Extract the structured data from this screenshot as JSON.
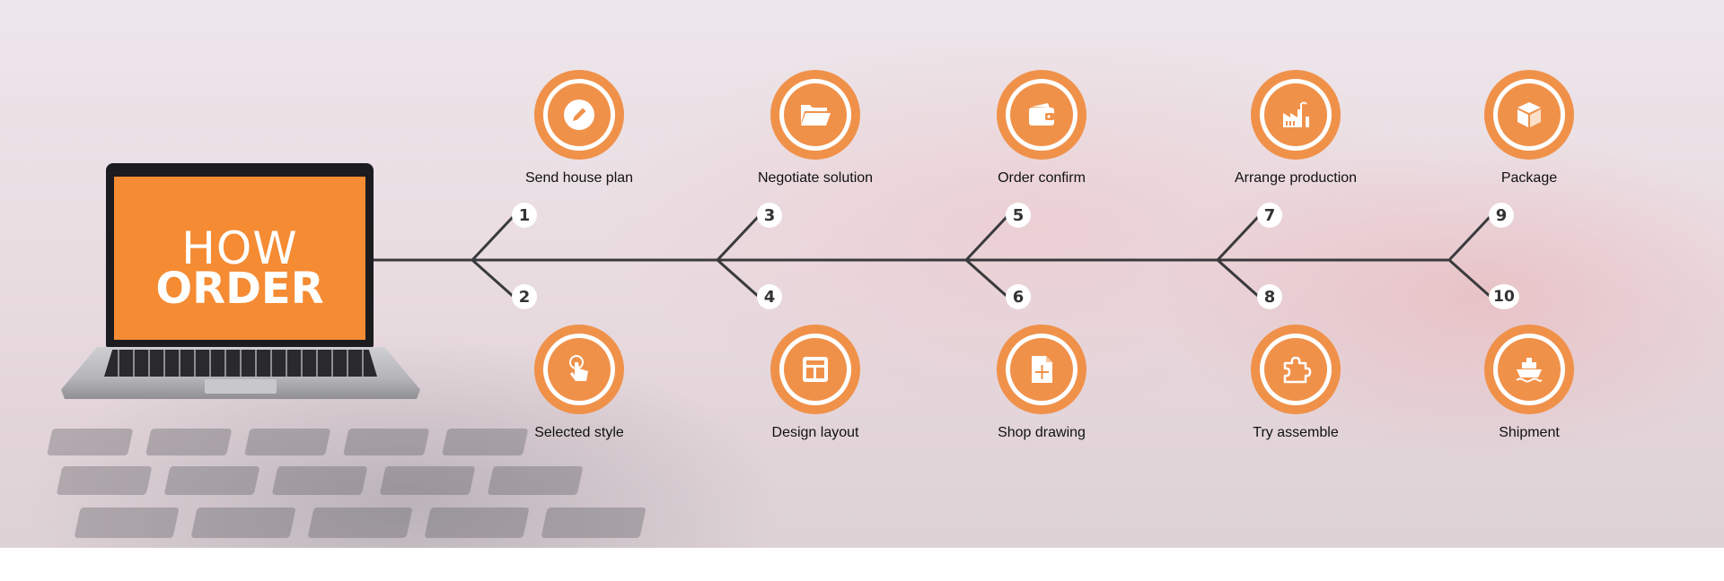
{
  "title": {
    "line1": "HOW",
    "line2": "ORDER"
  },
  "colors": {
    "accent": "#f0914a",
    "line": "#3a3a3d",
    "screen": "#f58b33"
  },
  "steps": [
    {
      "number": "1",
      "label": "Send house plan",
      "icon": "pencil-icon"
    },
    {
      "number": "2",
      "label": "Selected style",
      "icon": "hand-pointer-icon"
    },
    {
      "number": "3",
      "label": "Negotiate solution",
      "icon": "folder-icon"
    },
    {
      "number": "4",
      "label": "Design layout",
      "icon": "layout-icon"
    },
    {
      "number": "5",
      "label": "Order confirm",
      "icon": "wallet-icon"
    },
    {
      "number": "6",
      "label": "Shop drawing",
      "icon": "document-icon"
    },
    {
      "number": "7",
      "label": "Arrange production",
      "icon": "factory-icon"
    },
    {
      "number": "8",
      "label": "Try assemble",
      "icon": "puzzle-icon"
    },
    {
      "number": "9",
      "label": "Package",
      "icon": "box-icon"
    },
    {
      "number": "10",
      "label": "Shipment",
      "icon": "ship-icon"
    }
  ]
}
